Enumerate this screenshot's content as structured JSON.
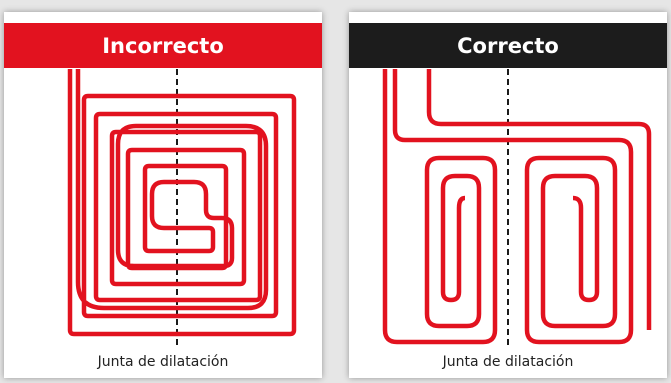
{
  "colors": {
    "incorrect_header": "#e2121f",
    "correct_header": "#1c1c1c",
    "pipe": "#e2121f",
    "joint_line": "#1a1a1a"
  },
  "panels": [
    {
      "title": "Incorrecto",
      "caption": "Junta de dilatación"
    },
    {
      "title": "Correcto",
      "caption": "Junta de dilatación"
    }
  ]
}
